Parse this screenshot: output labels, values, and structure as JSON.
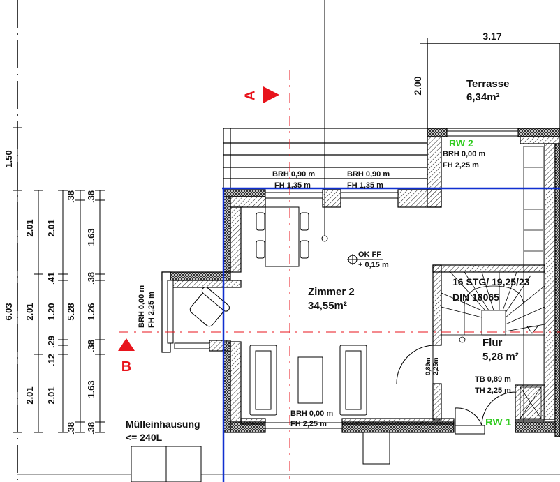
{
  "rooms": {
    "terrasse": {
      "name": "Terrasse",
      "area": "6,34m²"
    },
    "zimmer": {
      "name": "Zimmer 2",
      "area": "34,55m²"
    },
    "flur": {
      "name": "Flur",
      "area": "5,28 m²"
    },
    "muell": {
      "name": "Mülleinhausung",
      "sub": "<= 240L"
    }
  },
  "windows": {
    "w1": {
      "brh": "BRH 0,90 m",
      "fh": "FH 1,35 m"
    },
    "w2": {
      "brh": "BRH 0,90 m",
      "fh": "FH 1,35 m"
    },
    "rw2": {
      "label": "RW 2",
      "brh": "BRH 0,00 m",
      "fh": "FH 2,25 m"
    },
    "bay": {
      "brh": "BRH 0,00 m",
      "fh": "FH 2,25 m"
    },
    "bottom": {
      "brh": "BRH 0,00 m",
      "fh": "FH 2,25 m"
    },
    "rw1": {
      "label": "RW 1"
    }
  },
  "doors": {
    "flur_door": {
      "w": "0,89m",
      "h": "2,25m"
    },
    "entry": {
      "tb": "TB 0,89 m",
      "th": "TH 2,25 m"
    }
  },
  "stairs": {
    "line1": "16 STG/ 19,25/23",
    "line2": "DIN 18065"
  },
  "level": {
    "label": "OK FF",
    "value": "+ 0,15 m"
  },
  "sections": {
    "a": "A",
    "b": "B"
  },
  "dimensions": {
    "terrace_width": "3.17",
    "terrace_depth": "2.00",
    "col1": [
      "1.50",
      "6.03"
    ],
    "col2": [
      "2.01",
      "2.01",
      "2.01"
    ],
    "col3": [
      "2.01",
      ".41",
      "1.20",
      ".29",
      ".12",
      "2.01"
    ],
    "col4": [
      ".38",
      "5.28",
      ".38"
    ],
    "col5": [
      ".38",
      "1.63",
      ".38",
      "1.26",
      ".38",
      "1.63",
      ".38"
    ]
  },
  "colors": {
    "section": "#e8141c",
    "axis": "#1030d0",
    "green": "#33cc22"
  }
}
